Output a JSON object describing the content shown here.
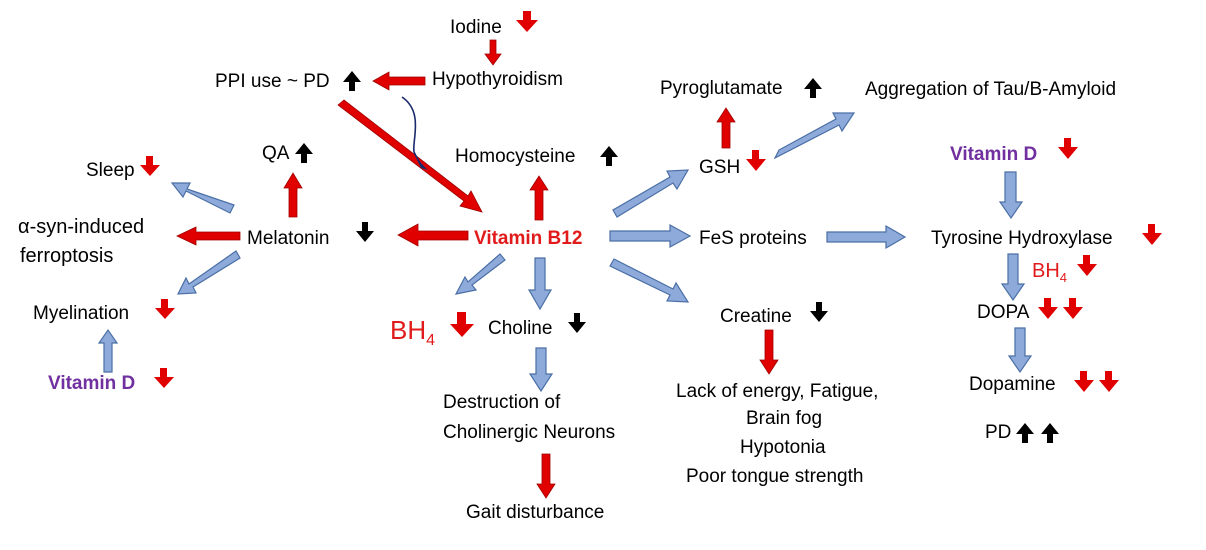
{
  "colors": {
    "red_arrow": "#e00000",
    "blue_arrow": "#8eaadb",
    "blue_stroke": "#4a6fa5",
    "red_text": "#e11b1b",
    "purple_text": "#7030a0",
    "black_arrow": "#000000"
  },
  "nodes": {
    "iodine": "Iodine",
    "hypothyroidism": "Hypothyroidism",
    "ppi_pd": "PPI use ~ PD",
    "qa": "QA",
    "sleep": "Sleep",
    "asyn_line1": "α-syn-induced",
    "asyn_line2": "ferroptosis",
    "melatonin": "Melatonin",
    "myelination": "Myelination",
    "vitamin_d_left": "Vitamin D",
    "homocysteine": "Homocysteine",
    "vitamin_b12": "Vitamin B12",
    "bh4_left_main": "BH",
    "bh4_left_sub": "4",
    "choline": "Choline",
    "destruction_line1": "Destruction of",
    "destruction_line2": "Cholinergic Neurons",
    "gait": "Gait disturbance",
    "pyroglutamate": "Pyroglutamate",
    "gsh": "GSH",
    "aggregation": "Aggregation of Tau/B-Amyloid",
    "fes": "FeS proteins",
    "creatine": "Creatine",
    "energy_line1": "Lack of energy, Fatigue,",
    "energy_line2": "Brain fog",
    "energy_line3": "Hypotonia",
    "energy_line4": "Poor tongue strength",
    "vitamin_d_right": "Vitamin D",
    "tyrosine": "Tyrosine Hydroxylase",
    "bh4_right_main": "BH",
    "bh4_right_sub": "4",
    "dopa": "DOPA",
    "dopamine": "Dopamine",
    "pd": "PD"
  }
}
